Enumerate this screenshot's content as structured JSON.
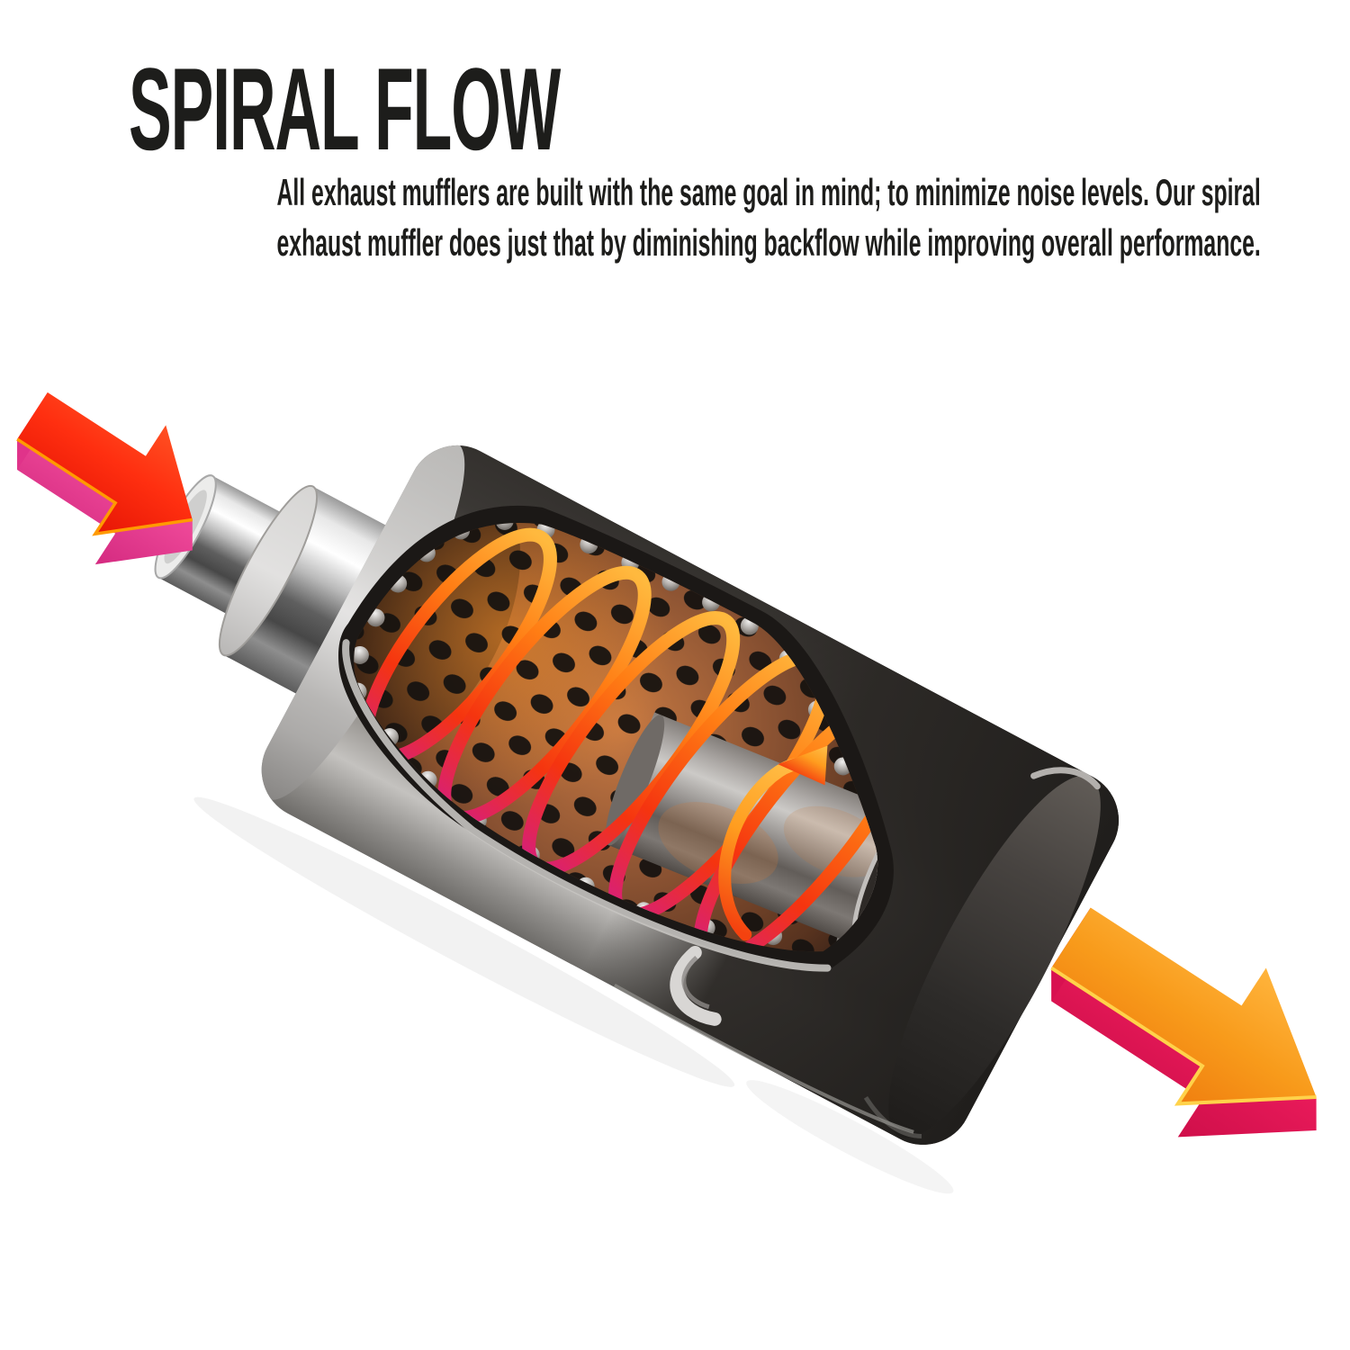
{
  "page": {
    "background": "#ffffff"
  },
  "header": {
    "title": "SPIRAL FLOW",
    "subtitle_line1": "All exhaust mufflers are built with the same goal in mind; to minimize noise levels. Our spiral",
    "subtitle_line2": "exhaust muffler does just that by diminishing backflow while improving overall performance.",
    "text_color": "#1d1d1b"
  },
  "figure": {
    "label": "spiral-flow-muffler-cutaway",
    "inlet_arrow": {
      "label": "exhaust-gas-inlet",
      "top_color": "#ff2f10",
      "side_color": "#f04a9a",
      "edge_color": "#ff9a00"
    },
    "outlet_arrow": {
      "label": "exhaust-gas-outlet",
      "top_color": "#f89b1b",
      "side_color": "#e91a5a",
      "edge_color": "#ffd24a"
    },
    "spiral": {
      "label": "spiral-flow-coil",
      "loop_count": 5,
      "colors": [
        "#ffb93e",
        "#ff7d14",
        "#f5340f",
        "#d81f77"
      ]
    },
    "rotation_arrow_color": "#ff9d1f",
    "shell": {
      "chrome_light": "#ffffff",
      "chrome_mid": "#b9b7b4",
      "chrome_dark": "#6f6d6a",
      "cut_dark": "#2e2b29",
      "end_dark": "#262422"
    },
    "interior": {
      "hot_center": "#c87a43",
      "warm_mid": "#8a5232",
      "dark_edge": "#241712",
      "hole_color": "#171310"
    }
  }
}
